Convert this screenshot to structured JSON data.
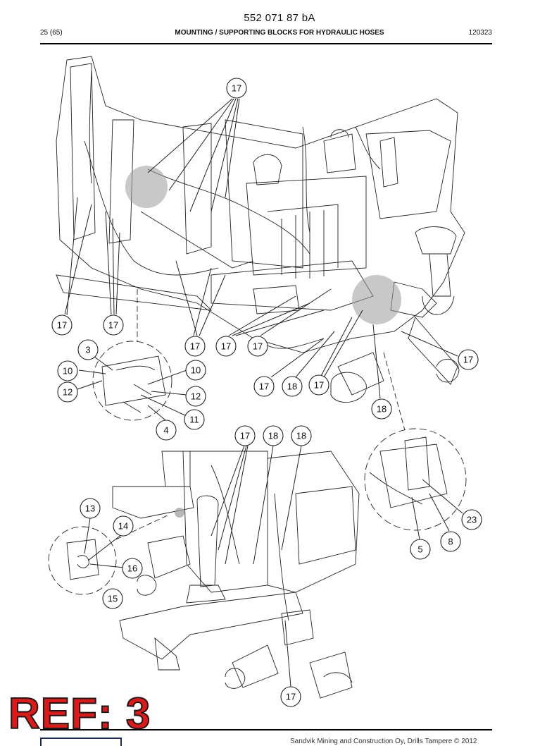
{
  "header": {
    "doc_number": "552 071 87 bA",
    "page": "25 (65)",
    "title": "MOUNTING / SUPPORTING BLOCKS FOR HYDRAULIC HOSES",
    "date_code": "120323"
  },
  "callouts": [
    {
      "id": "c1",
      "label": "17"
    },
    {
      "id": "c2",
      "label": "17"
    },
    {
      "id": "c3",
      "label": "17"
    },
    {
      "id": "c4",
      "label": "17"
    },
    {
      "id": "c5",
      "label": "17"
    },
    {
      "id": "c6",
      "label": "17"
    },
    {
      "id": "c7",
      "label": "3"
    },
    {
      "id": "c8",
      "label": "10"
    },
    {
      "id": "c9",
      "label": "12"
    },
    {
      "id": "c10",
      "label": "10"
    },
    {
      "id": "c11",
      "label": "12"
    },
    {
      "id": "c12",
      "label": "11"
    },
    {
      "id": "c13",
      "label": "4"
    },
    {
      "id": "c14",
      "label": "17"
    },
    {
      "id": "c15",
      "label": "18"
    },
    {
      "id": "c16",
      "label": "17"
    },
    {
      "id": "c17",
      "label": "17"
    },
    {
      "id": "c18",
      "label": "18"
    },
    {
      "id": "c19",
      "label": "17"
    },
    {
      "id": "c20",
      "label": "18"
    },
    {
      "id": "c21",
      "label": "18"
    },
    {
      "id": "c22",
      "label": "23"
    },
    {
      "id": "c23",
      "label": "8"
    },
    {
      "id": "c24",
      "label": "5"
    },
    {
      "id": "c25",
      "label": "13"
    },
    {
      "id": "c26",
      "label": "14"
    },
    {
      "id": "c27",
      "label": "16"
    },
    {
      "id": "c28",
      "label": "15"
    },
    {
      "id": "c29",
      "label": "17"
    }
  ],
  "stamp": {
    "text": "REF: 3",
    "color": "#e01818"
  },
  "footer": {
    "text": "Sandvik Mining and Construction Oy, Drills Tampere © 2012"
  },
  "colors": {
    "line": "#222222",
    "highlight": "#9a9a9a",
    "stamp": "#e01818"
  }
}
